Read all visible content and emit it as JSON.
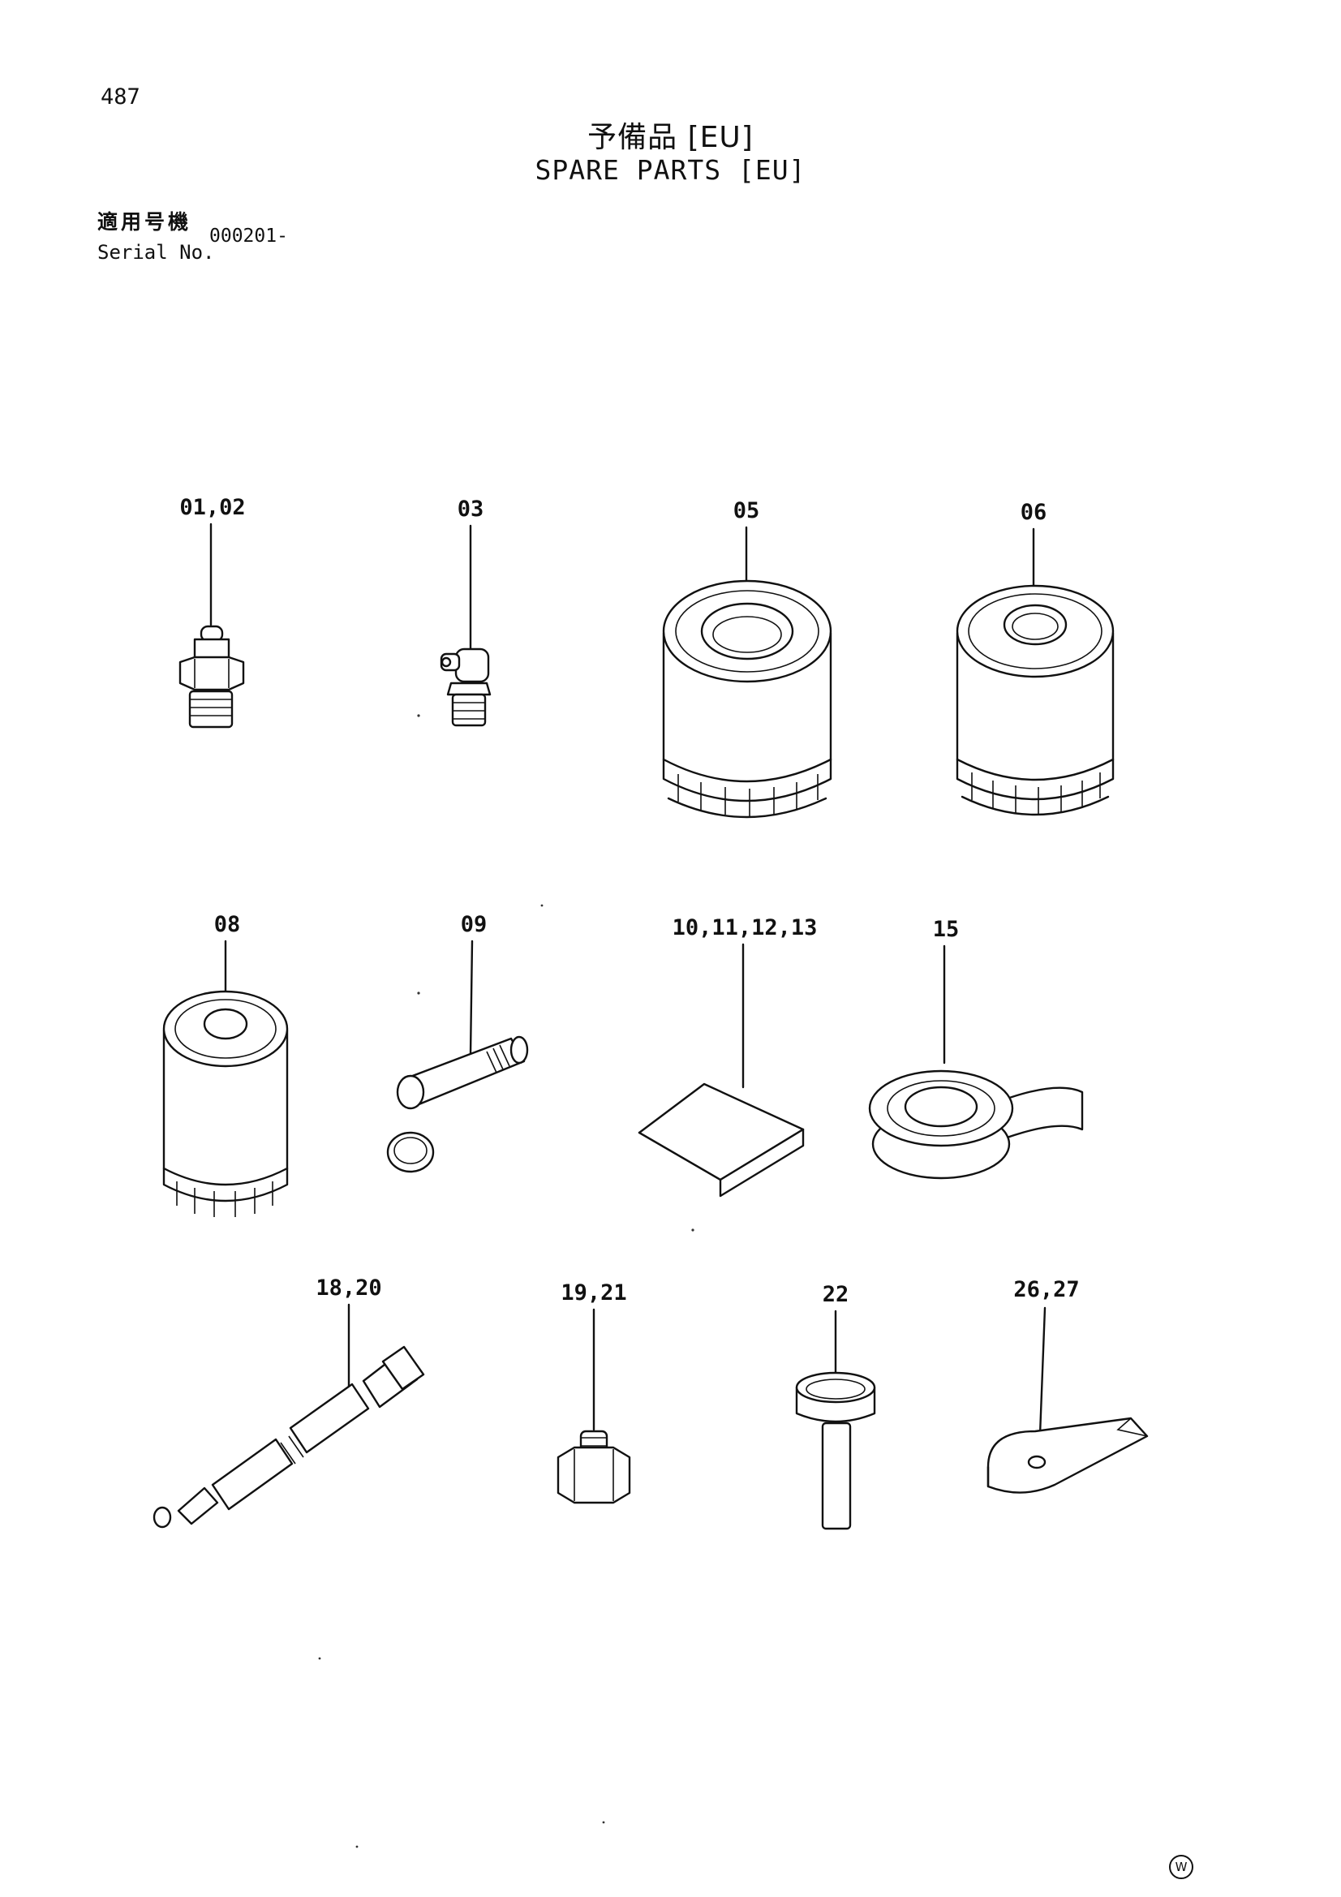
{
  "header": {
    "page_number": "487",
    "title_jp": "予備品 [EU]",
    "title_en": "SPARE PARTS [EU]",
    "serial_label_jp": "適用号機",
    "serial_label_en": "Serial No.",
    "serial_value": "000201-"
  },
  "callouts": [
    "01,02",
    "03",
    "05",
    "06",
    "08",
    "09",
    "10,11,12,13",
    "15",
    "18,20",
    "19,21",
    "22",
    "26,27"
  ],
  "footer": {
    "mark": "W"
  }
}
